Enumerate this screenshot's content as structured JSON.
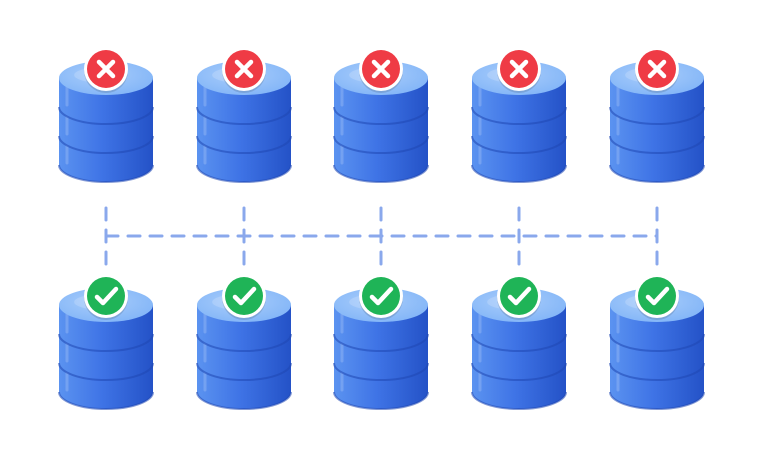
{
  "diagram": {
    "colors": {
      "background": "#ffffff",
      "db_top": "#7fb3f7",
      "db_top_highlight": "#a9cdfb",
      "db_side_light": "#5b93f0",
      "db_side_mid": "#3f74e6",
      "db_side_dark": "#2452c7",
      "db_rim": "#1f47b3",
      "connector": "#8aa8ec",
      "error_badge": "#ef3b45",
      "ok_badge": "#1fb457",
      "badge_border": "#ffffff",
      "badge_mark": "#ffffff"
    },
    "rows": [
      {
        "name": "top",
        "status": "error",
        "badge_icon": "x-mark-icon",
        "count": 5
      },
      {
        "name": "bottom",
        "status": "ok",
        "badge_icon": "check-mark-icon",
        "count": 5
      }
    ]
  }
}
